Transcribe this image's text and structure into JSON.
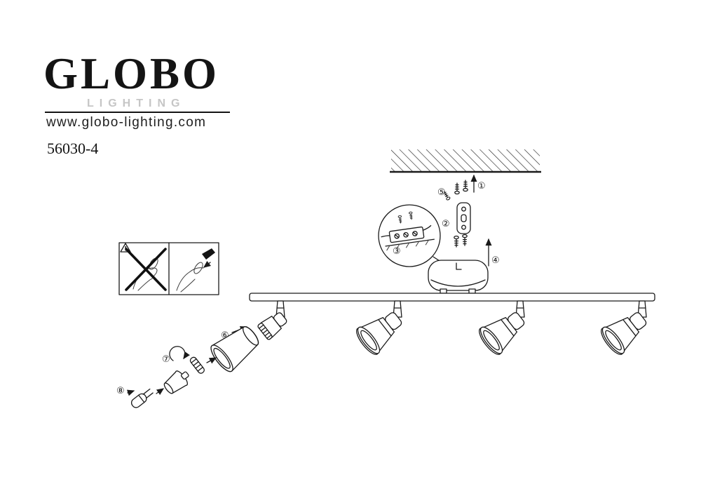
{
  "brand": {
    "logo": "GLOBO",
    "tagline": "LIGHTING",
    "website": "www.globo-lighting.com"
  },
  "model_number": "56030-4",
  "steps": {
    "s1": "①",
    "s2": "②",
    "s3": "③",
    "s4": "④",
    "s5": "⑤",
    "s6": "⑥",
    "s7": "⑦",
    "s8": "⑧"
  },
  "warning": {
    "symbol": "!"
  },
  "colors": {
    "ink": "#1a1a1a",
    "tagline_gray": "#c6c6c6"
  }
}
